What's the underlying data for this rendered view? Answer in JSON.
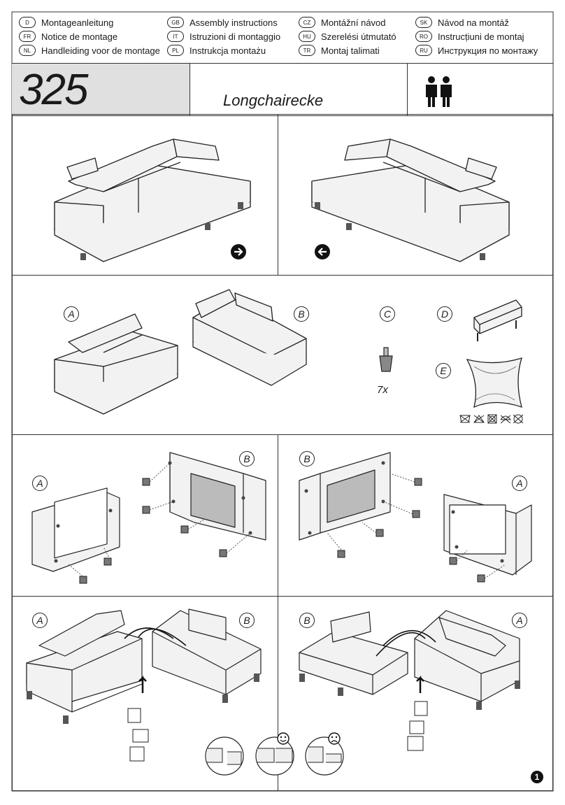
{
  "languages": [
    {
      "code": "D",
      "text": "Montageanleitung"
    },
    {
      "code": "GB",
      "text": "Assembly instructions"
    },
    {
      "code": "CZ",
      "text": "Montážní návod"
    },
    {
      "code": "SK",
      "text": "Návod na montáž"
    },
    {
      "code": "FR",
      "text": "Notice de montage"
    },
    {
      "code": "IT",
      "text": "Istruzioni di montaggio"
    },
    {
      "code": "HU",
      "text": "Szerelési útmutató"
    },
    {
      "code": "RO",
      "text": "Instrucțiuni de montaj"
    },
    {
      "code": "NL",
      "text": "Handleiding voor de montage"
    },
    {
      "code": "PL",
      "text": "Instrukcja montażu"
    },
    {
      "code": "TR",
      "text": "Montaj talimati"
    },
    {
      "code": "RU",
      "text": "Инструкция по монтажу"
    }
  ],
  "header": {
    "model_number": "325",
    "product_name": "Longchairecke"
  },
  "parts": {
    "a": "A",
    "b": "B",
    "c": "C",
    "d": "D",
    "e": "E",
    "c_quantity": "7x"
  },
  "page_number": "1",
  "icons": {
    "persons": "two-persons-icon",
    "arrow_right": "arrow-right-icon",
    "arrow_left": "arrow-left-icon",
    "care": "care-symbols-icon",
    "happy": "happy-face-icon",
    "sad": "sad-face-icon"
  }
}
